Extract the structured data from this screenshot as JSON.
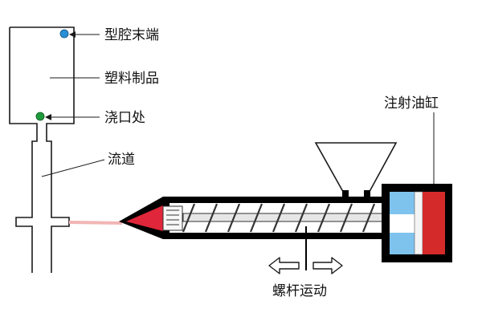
{
  "labels": {
    "cavity_end": "型腔末端",
    "molded_part": "塑料制品",
    "gate": "浇口处",
    "runner": "流道",
    "injection_cylinder": "注射油缸",
    "screw_motion": "螺杆运动"
  },
  "colors": {
    "background": "#ffffff",
    "outline": "#1a1a1a",
    "barrel": "#000000",
    "cavity_end_marker": "#2a8fd6",
    "gate_marker": "#1f9a3c",
    "cylinder_red": "#d42a2a",
    "cylinder_blue": "#7ec3ee",
    "melt": "#e0263a",
    "barrel_inner": "#ffffff",
    "screw_flight": "#333333"
  },
  "icons": [
    "left-arrow-icon",
    "right-arrow-icon",
    "hopper-icon"
  ]
}
